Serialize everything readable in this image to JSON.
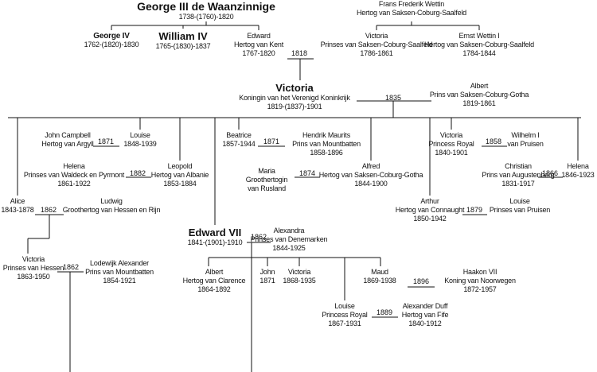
{
  "people": [
    {
      "id": "george3",
      "name": "George III de Waanzinnige",
      "lines": [
        "1738-(1760)-1820"
      ],
      "size": "huge"
    },
    {
      "id": "george4",
      "name": "George IV",
      "lines": [
        "1762-(1820)-1830"
      ],
      "size": "bold"
    },
    {
      "id": "william4",
      "name": "William IV",
      "lines": [
        "1765-(1830)-1837"
      ],
      "size": "big"
    },
    {
      "id": "edward_kent",
      "name": "Edward",
      "lines": [
        "Hertog van Kent",
        "1767-1820"
      ]
    },
    {
      "id": "frans",
      "name": "Frans Frederik Wettin",
      "lines": [
        "Hertog van Saksen-Coburg-Saalfeld"
      ]
    },
    {
      "id": "victoria_saksen",
      "name": "Victoria",
      "lines": [
        "Prinses van Saksen-Coburg-Saalfeld",
        "1786-1861"
      ]
    },
    {
      "id": "ernst",
      "name": "Ernst Wettin I",
      "lines": [
        "Hertog van Saksen-Coburg-Saalfeld",
        "1784-1844"
      ]
    },
    {
      "id": "victoria_q",
      "name": "Victoria",
      "lines": [
        "Koningin van het Verenigd Koninkrijk",
        "1819-(1837)-1901"
      ],
      "size": "big"
    },
    {
      "id": "albert_pc",
      "name": "Albert",
      "lines": [
        "Prins van Saksen-Coburg-Gotha",
        "1819-1861"
      ]
    },
    {
      "id": "john_campbell",
      "name": "John Campbell",
      "lines": [
        "Hertog van Argyll"
      ]
    },
    {
      "id": "louise_d",
      "name": "Louise",
      "lines": [
        "1848-1939"
      ]
    },
    {
      "id": "helena_w",
      "name": "Helena",
      "lines": [
        "Prinses van Waldeck en Pyrmont",
        "1861-1922"
      ]
    },
    {
      "id": "leopold",
      "name": "Leopold",
      "lines": [
        "Hertog van Albanie",
        "1853-1884"
      ]
    },
    {
      "id": "beatrice",
      "name": "Beatrice",
      "lines": [
        "1857-1944"
      ]
    },
    {
      "id": "hendrik",
      "name": "Hendrik Maurits",
      "lines": [
        "Prins van Mountbatten",
        "1858-1896"
      ]
    },
    {
      "id": "maria",
      "name": "Maria",
      "lines": [
        "Groothertogin",
        "van Rusland"
      ]
    },
    {
      "id": "alfred",
      "name": "Alfred",
      "lines": [
        "Hertog van Saksen-Coburg-Gotha",
        "1844-1900"
      ]
    },
    {
      "id": "victoria_pr",
      "name": "Victoria",
      "lines": [
        "Princess Royal",
        "1840-1901"
      ]
    },
    {
      "id": "wilhelm",
      "name": "Wilhelm I",
      "lines": [
        "van Pruisen"
      ]
    },
    {
      "id": "christian",
      "name": "Christian",
      "lines": [
        "Prins van Augustenberg",
        "1831-1917"
      ]
    },
    {
      "id": "helena_d",
      "name": "Helena",
      "lines": [
        "1846-1923"
      ]
    },
    {
      "id": "alice",
      "name": "Alice",
      "lines": [
        "1843-1878"
      ]
    },
    {
      "id": "ludwig",
      "name": "Ludwig",
      "lines": [
        "Groothertog van Hessen en Rijn"
      ]
    },
    {
      "id": "arthur",
      "name": "Arthur",
      "lines": [
        "Hertog van Connaught",
        "1850-1942"
      ]
    },
    {
      "id": "louise_p",
      "name": "Louise",
      "lines": [
        "Prinses van Pruisen"
      ]
    },
    {
      "id": "edward7",
      "name": "Edward VII",
      "lines": [
        "1841-(1901)-1910"
      ],
      "size": "big"
    },
    {
      "id": "alexandra",
      "name": "Alexandra",
      "lines": [
        "Prinses van Denemarken",
        "1844-1925"
      ]
    },
    {
      "id": "victoria_h",
      "name": "Victoria",
      "lines": [
        "Prinses van Hessen",
        "1863-1950"
      ]
    },
    {
      "id": "lodewijk",
      "name": "Lodewijk Alexander",
      "lines": [
        "Prins van Mountbatten",
        "1854-1921"
      ]
    },
    {
      "id": "albert_c",
      "name": "Albert",
      "lines": [
        "Hertog van Clarence",
        "1864-1892"
      ]
    },
    {
      "id": "john_1871",
      "name": "John",
      "lines": [
        "1871"
      ]
    },
    {
      "id": "victoria_1868",
      "name": "Victoria",
      "lines": [
        "1868-1935"
      ]
    },
    {
      "id": "maud",
      "name": "Maud",
      "lines": [
        "1869-1938"
      ]
    },
    {
      "id": "haakon",
      "name": "Haakon VII",
      "lines": [
        "Koning van Noorwegen",
        "1872-1957"
      ]
    },
    {
      "id": "louise_pr",
      "name": "Louise",
      "lines": [
        "Princess Royal",
        "1867-1931"
      ]
    },
    {
      "id": "alexander_duff",
      "name": "Alexander Duff",
      "lines": [
        "Hertog van Fife",
        "1840-1912"
      ]
    }
  ],
  "marriages": [
    {
      "id": "m_kent",
      "year": "1818"
    },
    {
      "id": "m_victoria",
      "year": "1835"
    },
    {
      "id": "m_louise",
      "year": "1871"
    },
    {
      "id": "m_beatrice",
      "year": "1871"
    },
    {
      "id": "m_leopold",
      "year": "1882"
    },
    {
      "id": "m_alfred",
      "year": "1874"
    },
    {
      "id": "m_vicpr",
      "year": "1858"
    },
    {
      "id": "m_helena",
      "year": "1866"
    },
    {
      "id": "m_alice",
      "year": "1862"
    },
    {
      "id": "m_arthur",
      "year": "1879"
    },
    {
      "id": "m_edward7",
      "year": "1862"
    },
    {
      "id": "m_victoria_h",
      "year": "1862"
    },
    {
      "id": "m_maud",
      "year": "1896"
    },
    {
      "id": "m_louise_pr",
      "year": "1889"
    }
  ],
  "colors": {
    "line": "#111111",
    "text": "#111111",
    "background": "#ffffff"
  }
}
